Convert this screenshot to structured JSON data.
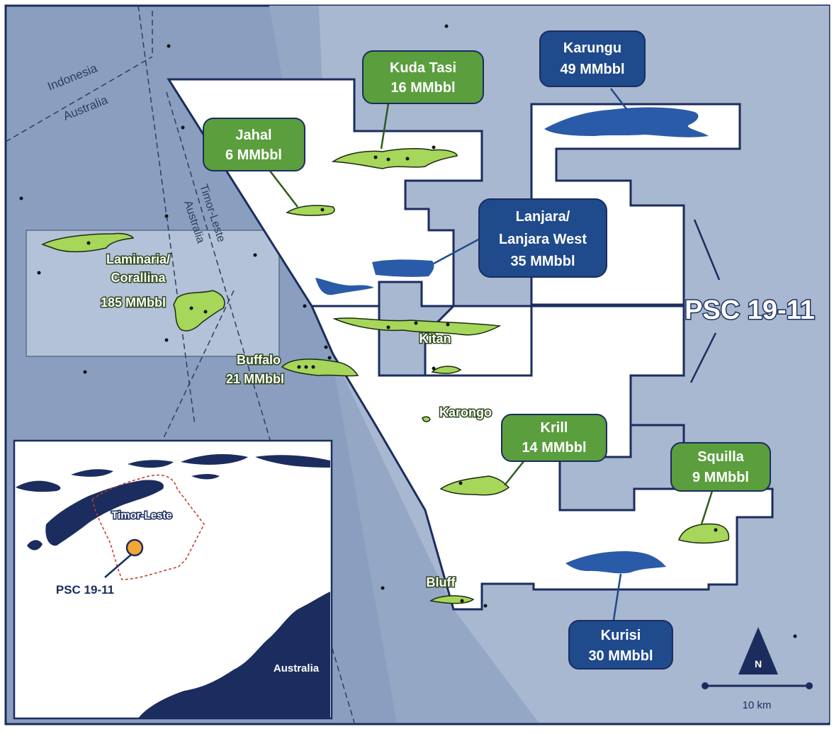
{
  "borders": {
    "indonesia": "Indonesia",
    "australia_upper": "Australia",
    "timor_leste": "Timor-Leste",
    "australia_lower": "Australia"
  },
  "psc_label": "PSC 19-11",
  "fields": {
    "kuda_tasi": {
      "name": "Kuda Tasi",
      "volume": "16 MMbbl"
    },
    "jahal": {
      "name": "Jahal",
      "volume": "6 MMbbl"
    },
    "karungu": {
      "name": "Karungu",
      "volume": "49 MMbbl"
    },
    "lanjara": {
      "name_line1": "Lanjara/",
      "name_line2": "Lanjara West",
      "volume": "35 MMbbl"
    },
    "laminaria": {
      "name_line1": "Laminaria/",
      "name_line2": "Corallina",
      "volume": "185 MMbbl"
    },
    "buffalo": {
      "name": "Buffalo",
      "volume": "21 MMbbl"
    },
    "kitan": {
      "name": "Kitan"
    },
    "karongo": {
      "name": "Karongo"
    },
    "krill": {
      "name": "Krill",
      "volume": "14 MMbbl"
    },
    "squilla": {
      "name": "Squilla",
      "volume": "9 MMbbl"
    },
    "bluff": {
      "name": "Bluff"
    },
    "kurisi": {
      "name": "Kurisi",
      "volume": "30 MMbbl"
    }
  },
  "inset": {
    "timor_label": "Timor-Leste",
    "australia_label": "Australia",
    "psc_label": "PSC 19-11"
  },
  "compass": {
    "label": "N"
  },
  "scale": {
    "label": "10 km"
  },
  "colors": {
    "sea_dark": "#8a9fbf",
    "sea_mid": "#a8b8d1",
    "psc_area": "#ffffff",
    "green_field": "#a6d65a",
    "green_box": "#5a9e3e",
    "blue_field": "#2a5ba8",
    "blue_box": "#1f4a8c",
    "navy": "#1b2d5e",
    "psc_marker": "#f4a636"
  }
}
